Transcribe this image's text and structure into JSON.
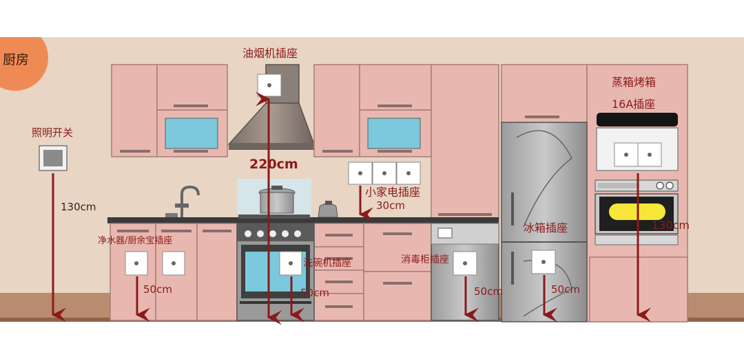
{
  "room": {
    "label": "厨房"
  },
  "labels": {
    "switch": "照明开关",
    "hood_socket": "油烟机插座",
    "oven_socket_1": "蒸箱烤箱",
    "oven_socket_2": "16A插座",
    "small_appliance": "小家电插座",
    "water_purifier": "净水器/厨余宝插座",
    "dishwasher": "洗碗机插座",
    "disinfection": "消毒柜插座",
    "fridge": "冰箱插座"
  },
  "heights": {
    "switch": "130cm",
    "hood": "220cm",
    "small_appliance": "30cm",
    "water_purifier": "50cm",
    "dishwasher": "50cm",
    "disinfection": "50cm",
    "fridge": "50cm",
    "oven": "130cm"
  },
  "colors": {
    "wall": "#e8d5c4",
    "floor": "#b88c6f",
    "cabinet": "#e8b8b0",
    "cabinet_edge": "#a77c76",
    "arrow": "#8b1a1a",
    "label": "#8b1a1a",
    "badge": "#f08a55"
  }
}
